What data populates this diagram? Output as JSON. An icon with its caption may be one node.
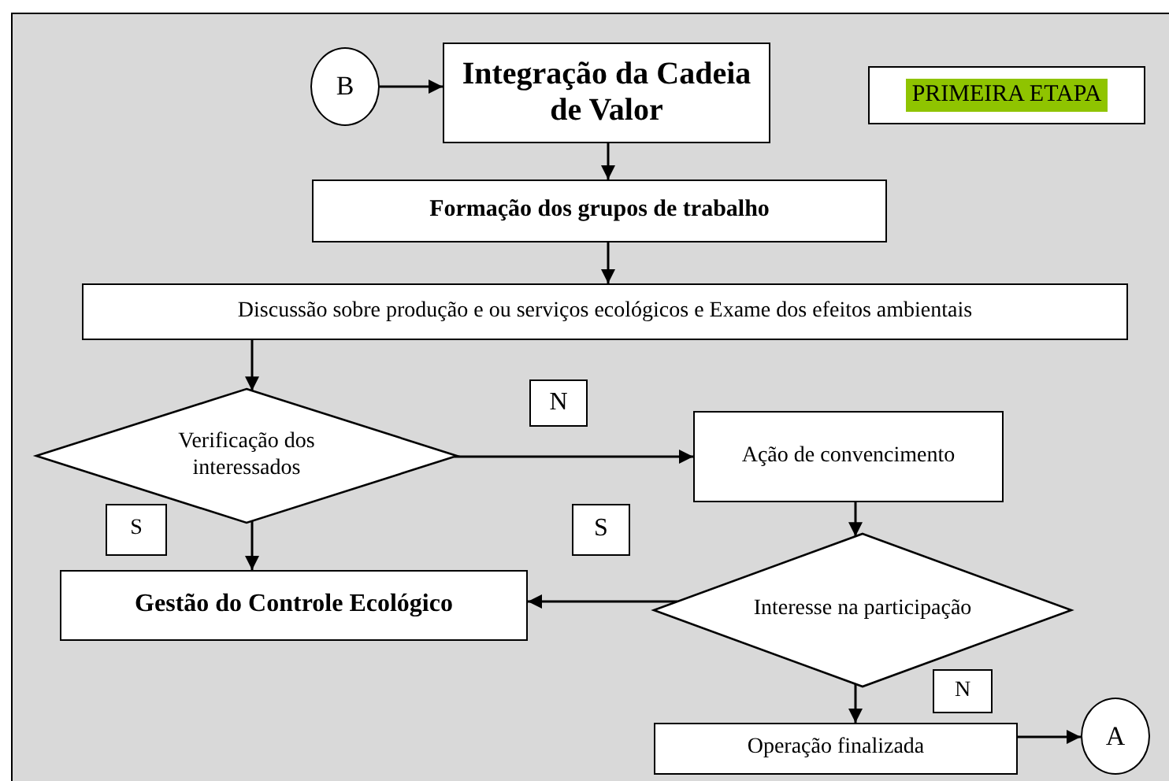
{
  "diagram": {
    "nodes": [
      {
        "text": [
          "B"
        ]
      },
      {
        "text": [
          "Integração da Cadeia de Valor"
        ]
      },
      {
        "text": [
          "PRIMEIRA ETAPA"
        ]
      },
      {
        "text": [
          "Formação dos grupos de trabalho"
        ]
      },
      {
        "text": [
          "Discussão sobre produção e ou serviços ecológicos e Exame dos efeitos ambientais"
        ]
      },
      {
        "text": [
          "N"
        ]
      },
      {
        "text": [
          "Verificação dos interessados"
        ]
      },
      {
        "text": [
          "Ação de convencimento"
        ]
      },
      {
        "text": [
          "S"
        ]
      },
      {
        "text": [
          "S"
        ]
      },
      {
        "text": [
          "Gestão do Controle Ecológico"
        ]
      },
      {
        "text": [
          "Interesse na participação"
        ]
      },
      {
        "text": [
          "N"
        ]
      },
      {
        "text": [
          "Operação finalizada"
        ]
      },
      {
        "text": [
          "A"
        ]
      }
    ],
    "edges": [
      {
        "from": 0,
        "to": 1,
        "arrow": "to"
      },
      {
        "from": 1,
        "to": 3,
        "arrow": "to"
      },
      {
        "from": 3,
        "to": 4,
        "arrow": "to"
      },
      {
        "from": 4,
        "to": 6,
        "arrow": "to"
      },
      {
        "from": 6,
        "to": 7,
        "arrow": "to"
      },
      {
        "from": 6,
        "to": 10,
        "arrow": "to"
      },
      {
        "from": 7,
        "to": 11,
        "arrow": "to"
      },
      {
        "from": 11,
        "to": 10,
        "arrow": "to"
      },
      {
        "from": 11,
        "to": 13,
        "arrow": "to"
      },
      {
        "from": 13,
        "to": 14,
        "arrow": "to"
      }
    ]
  }
}
